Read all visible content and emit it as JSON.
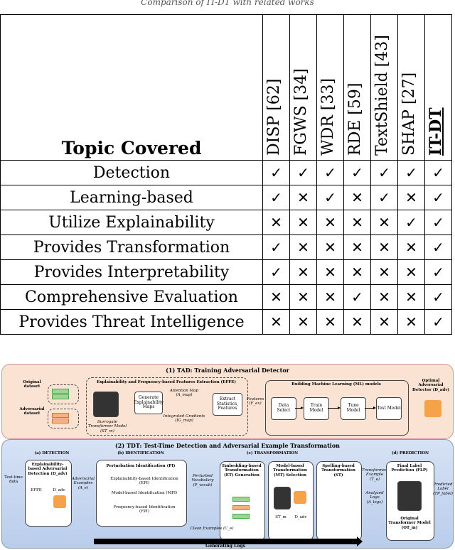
{
  "caption": "Comparison of IT-DT with related works",
  "table": {
    "topic_header": "Topic Covered",
    "methods": [
      "DISP [62]",
      "FGWS [34]",
      "WDR [33]",
      "RDE [59]",
      "TextShield [43]",
      "SHAP [27]",
      "IT-DT"
    ],
    "rows": [
      {
        "topic": "Detection",
        "marks": [
          "✓",
          "✓",
          "✓",
          "✓",
          "✓",
          "✓",
          "✓"
        ]
      },
      {
        "topic": "Learning-based",
        "marks": [
          "✓",
          "✕",
          "✓",
          "✕",
          "✓",
          "✕",
          "✓"
        ]
      },
      {
        "topic": "Utilize Explainability",
        "marks": [
          "✕",
          "✕",
          "✕",
          "✕",
          "✕",
          "✓",
          "✓"
        ]
      },
      {
        "topic": "Provides Transformation",
        "marks": [
          "✓",
          "✕",
          "✕",
          "✕",
          "✕",
          "✕",
          "✓"
        ]
      },
      {
        "topic": "Provides Interpretability",
        "marks": [
          "✓",
          "✕",
          "✕",
          "✕",
          "✕",
          "✕",
          "✓"
        ]
      },
      {
        "topic": "Comprehensive Evaluation",
        "marks": [
          "✕",
          "✕",
          "✕",
          "✓",
          "✕",
          "✕",
          "✓"
        ]
      },
      {
        "topic": "Provides Threat Intelligence",
        "marks": [
          "✕",
          "✕",
          "✕",
          "✕",
          "✕",
          "✕",
          "✓"
        ]
      }
    ]
  },
  "diagram": {
    "tad_title": "(1) TAD: Training Adversarial Detector",
    "tdt_title": "(2) TDT: Test-Time Detection and Adversarial Example Transformation",
    "original_dataset": "Original dataset",
    "adversarial_dataset": "Adversarial dataset",
    "effe_title": "Explainability and Frequency-based Features Extraction (EFFE)",
    "generate_maps": "Generate Explainability Maps",
    "attention_map": "Attention Map (A_map)",
    "integrated_gradients": "Integrated Gradients (IG_map)",
    "extract_stats": "Extract Statistics, Features",
    "surrogate": "Surrogate Transformer Model (ST_m)",
    "features": "Features (F_ex)",
    "ml_title": "Building Machine Learning (ML) models",
    "data_select": "Data Select",
    "train_model": "Train Model",
    "tune_model": "Tune Model",
    "test_model": "Test Model",
    "optimal_detector": "Optimal Adversarial Detector (D_adv)",
    "detection_title": "(a) DETECTION",
    "identification_title": "(b) IDENTIFICATION",
    "transformation_title": "(c) TRANSFORMATION",
    "prediction_title": "(d) PREDICTION",
    "test_time_data": "Test-time data",
    "ead": "Explainability-based Adversarial Detection (D_adv)",
    "effe": "EFFE",
    "dadv": "D_adv",
    "adv_examples": "Adversarial Examples (A_e)",
    "pi_title": "Perturbation Identification (PI)",
    "epi": "Explainability-based Identification (EPI)",
    "mpi": "Model-based Identification (MPI)",
    "fpi": "Frequency-based Identification (FPI)",
    "perturbed_vocab": "Perturbed Vocabulary (P_vocab)",
    "et_title": "Embedding-based Transformation (ET) Generation",
    "mt_title": "Model-based Transformation (MT) Selection",
    "st_title": "Spelling-based Transformation (ST)",
    "st_m": "ST_m",
    "transformed": "Transformed Example (T_e)",
    "analyzed_logs": "Analyzed Logs (A_logs)",
    "flp": "Final Label Prediction (FLP)",
    "original_model": "Original Transformer Model (OT_m)",
    "predicted_label": "Predicted Label (TP_label)",
    "clean_examples": "Clean Examples (C_e)",
    "generating_logs": "Generating Logs"
  }
}
